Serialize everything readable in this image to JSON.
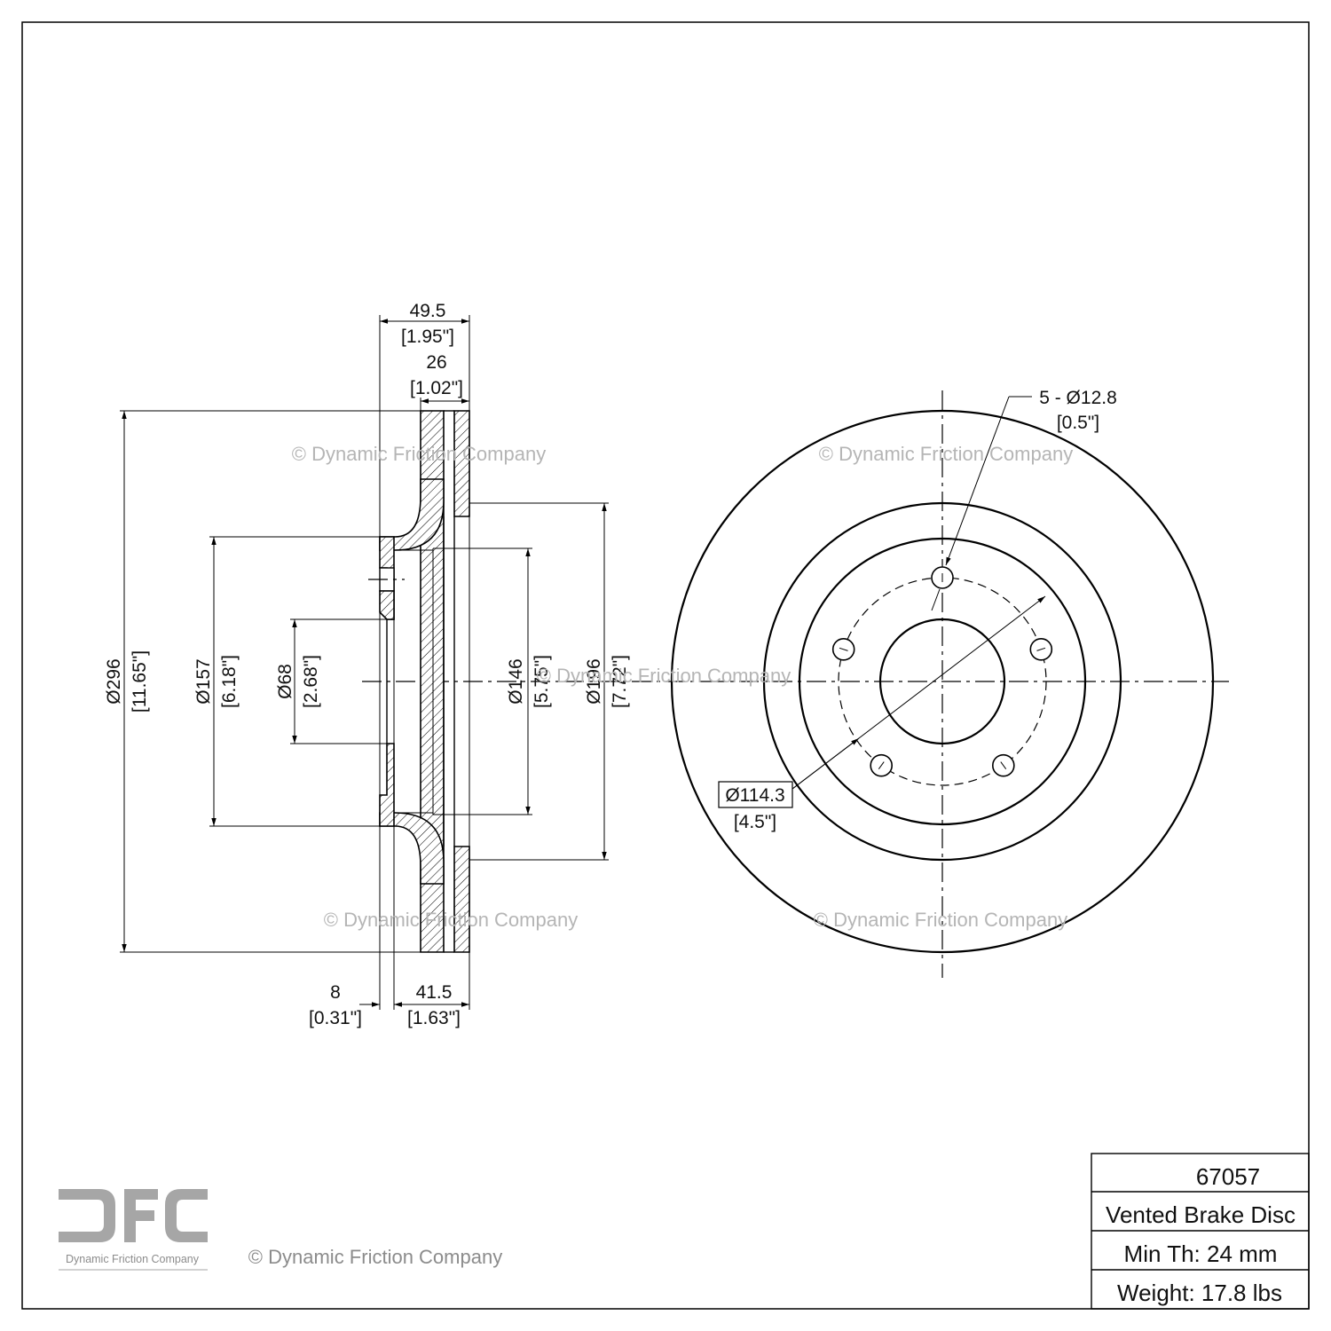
{
  "part": {
    "number": "67057",
    "description": "Vented Brake Disc",
    "min_thickness": "Min Th: 24 mm",
    "weight": "Weight: 17.8 lbs"
  },
  "watermark": "© Dynamic Friction Company",
  "logo": {
    "mark": "DFC",
    "name": "Dynamic Friction Company"
  },
  "side_view": {
    "dims": {
      "overall_width": {
        "mm": "49.5",
        "in": "[1.95\"]"
      },
      "disc_thickness": {
        "mm": "26",
        "in": "[1.02\"]"
      },
      "outer_diameter": {
        "mm": "Ø296",
        "in": "[11.65\"]"
      },
      "hat_diameter": {
        "mm": "Ø157",
        "in": "[6.18\"]"
      },
      "center_bore": {
        "mm": "Ø68",
        "in": "[2.68\"]"
      },
      "inner_diameter": {
        "mm": "Ø146",
        "in": "[5.75\"]"
      },
      "friction_inner": {
        "mm": "Ø196",
        "in": "[7.72\"]"
      },
      "hat_thickness": {
        "mm": "8",
        "in": "[0.31\"]"
      },
      "height": {
        "mm": "41.5",
        "in": "[1.63\"]"
      }
    }
  },
  "front_view": {
    "bolt_holes": {
      "mm": "5 - Ø12.8",
      "in": "[0.5\"]"
    },
    "bolt_circle": {
      "mm": "Ø114.3",
      "in": "[4.5\"]"
    }
  }
}
